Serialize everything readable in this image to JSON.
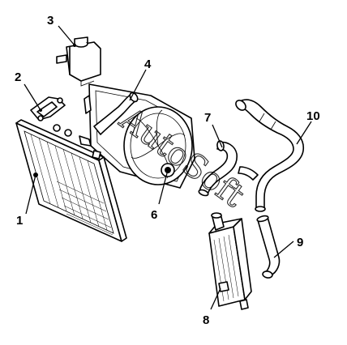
{
  "callouts": [
    {
      "id": "1",
      "label": "1"
    },
    {
      "id": "2",
      "label": "2"
    },
    {
      "id": "3",
      "label": "3"
    },
    {
      "id": "4",
      "label": "4"
    },
    {
      "id": "6",
      "label": "6"
    },
    {
      "id": "7",
      "label": "7"
    },
    {
      "id": "8",
      "label": "8"
    },
    {
      "id": "9",
      "label": "9"
    },
    {
      "id": "10",
      "label": "10"
    }
  ],
  "watermark": "AutoSoft"
}
